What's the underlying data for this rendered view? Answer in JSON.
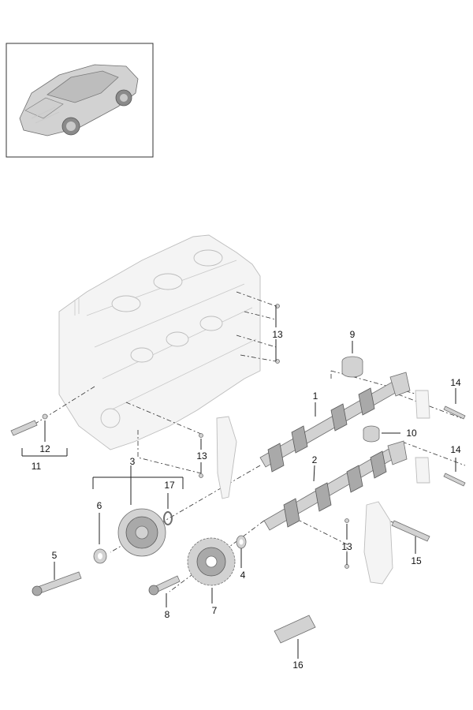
{
  "callouts": {
    "c1": "1",
    "c2": "2",
    "c3": "3",
    "c4": "4",
    "c5": "5",
    "c6": "6",
    "c7": "7",
    "c8": "8",
    "c9": "9",
    "c10": "10",
    "c11": "11",
    "c12": "12",
    "c13a": "13",
    "c13b": "13",
    "c13c": "13",
    "c14a": "14",
    "c14b": "14",
    "c15": "15",
    "c16": "16",
    "c17": "17"
  },
  "colors": {
    "part_fill": "#d2d2d2",
    "ghost_fill": "#f4f4f4",
    "line": "#222222"
  }
}
